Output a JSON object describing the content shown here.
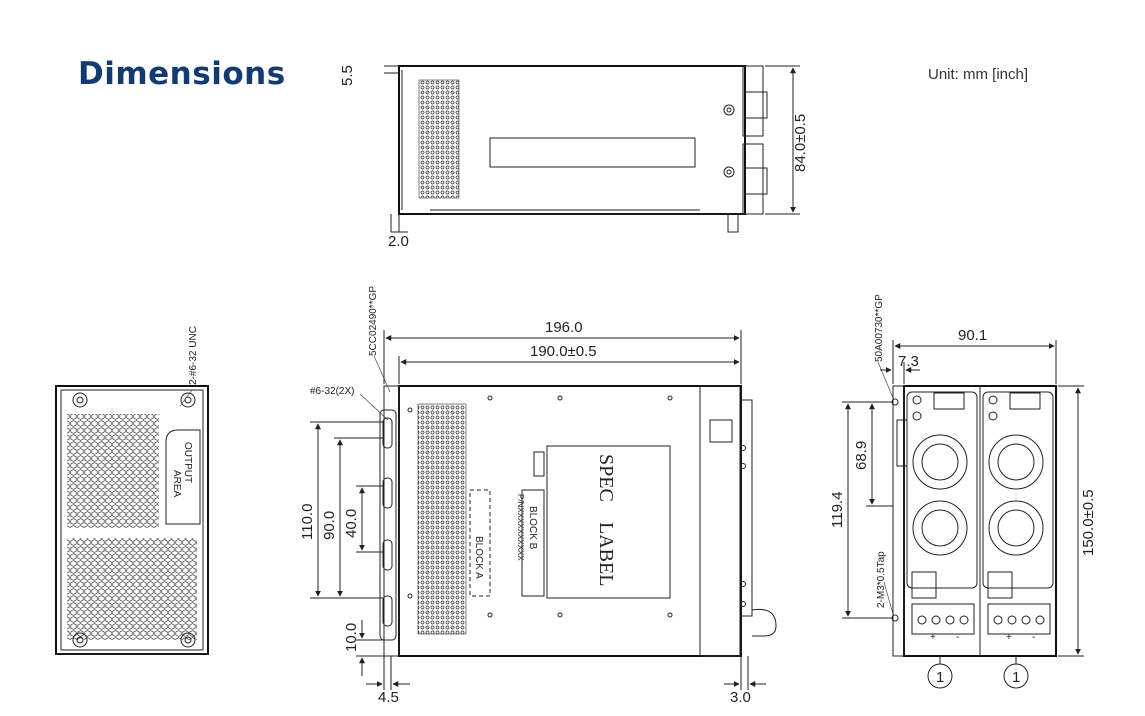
{
  "header": {
    "title": "Dimensions",
    "unit": "Unit: mm [inch]"
  },
  "top_view": {
    "dim_offset": "5.5",
    "dim_height": "84.0±0.5",
    "dim_bottom": "2.0"
  },
  "back_view": {
    "screw_note": "2-#6-32 UNC",
    "output_label_line1": "OUTPUT",
    "output_label_line2": "AREA"
  },
  "side_view": {
    "part_number": "5CC02490**GP",
    "screw_note": "#6-32(2X)",
    "dim_overall_length": "196.0",
    "dim_body_length": "190.0±0.5",
    "dim_110": "110.0",
    "dim_90": "90.0",
    "dim_40": "40.0",
    "dim_10": "10.0",
    "dim_4_5": "4.5",
    "dim_3_0": "3.0",
    "spec_label_line1": "SPEC",
    "spec_label_line2": "LABEL",
    "label_block_a": "BLOCK A",
    "label_block_b": "BLOCK B",
    "label_code": "P/NXXXXXXXXXX"
  },
  "front_view": {
    "part_number": "50A00730**GP",
    "dim_width": "90.1",
    "dim_7_3": "7.3",
    "dim_68_9": "68.9",
    "dim_119_4": "119.4",
    "dim_height": "150.0±0.5",
    "tap_note": "2-M3*0.5Tap",
    "module_1": "1",
    "module_2": "1",
    "terminal_plus": "+",
    "terminal_minus": "-"
  }
}
